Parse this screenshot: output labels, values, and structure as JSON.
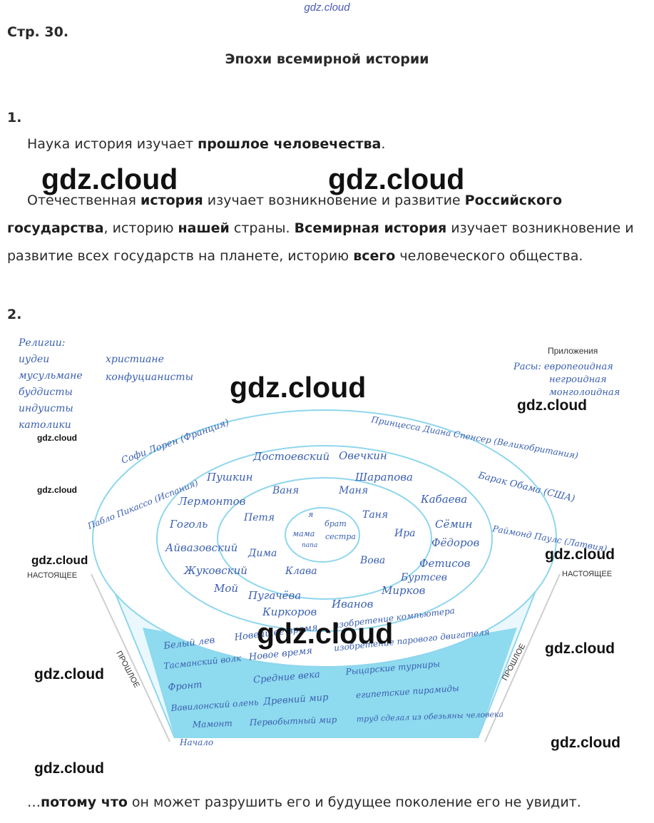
{
  "watermark": "gdz.cloud",
  "top_watermark": "gdz.cloud",
  "page_number": "Стр. 30.",
  "title": "Эпохи всемирной истории",
  "task1": {
    "number": "1.",
    "line1": {
      "t1": "Наука история изучает ",
      "b1": "прошлое человечества",
      "t2": "."
    },
    "para2": {
      "t1": "Отечественная ",
      "b1": "история",
      "t2": " изучает возникновение и развитие ",
      "b2": "Российского государства",
      "t3": ", историю ",
      "b3": "нашей",
      "t4": " страны. ",
      "b4": "Всемирная история",
      "t5": " изучает возникновение и развитие всех государств на планете, историю ",
      "b5": "всего",
      "t6": " человеческого общества."
    }
  },
  "task2": {
    "number": "2.",
    "religions_col1": [
      "Религии:",
      "иудеи",
      "мусульмане",
      "буддисты",
      "индуисты",
      "католики"
    ],
    "religions_col2": [
      "христиане",
      "конфуцианисты"
    ],
    "appendix_title": "Приложения",
    "races": [
      "Расы: европеоидная",
      "негроидная",
      "монголоидная"
    ],
    "present_label": "НАСТОЯЩЕЕ",
    "past_label": "ПРОШЛОЕ",
    "center": [
      "я",
      "мама",
      "папа",
      "брат",
      "сестра"
    ],
    "ring2": [
      "Ваня",
      "Маня",
      "Петя",
      "Таня",
      "Ира",
      "Дима",
      "Вова",
      "Клава"
    ],
    "ring3": [
      "Достоевский",
      "Пушкин",
      "Лермонтов",
      "Гоголь",
      "Айвазовский",
      "Жуковский",
      "Мой",
      "Шарапова",
      "Кабаева",
      "Сёмин",
      "Фёдоров",
      "Фетисов",
      "Буртсев",
      "Мирков",
      "Пугачёва",
      "Киркоров",
      "Иванов",
      "Овечкин"
    ],
    "ring4": [
      "Софи Лорен (Франция)",
      "Пабло Пикассо (Испания)",
      "Принцесса Диана Спенсер (Великобритания)",
      "Барак Обама (США)",
      "Раймонд Паулс (Латвия)"
    ],
    "epochs": [
      {
        "left": "Белый лев",
        "name": "Новейшее время",
        "right": "изобретение компьютера"
      },
      {
        "left": "Тасманский волк",
        "name": "Новое время",
        "right": "изобретение парового двигателя"
      },
      {
        "left": "Фронт",
        "name": "Средние века",
        "right": "Рыцарские турниры"
      },
      {
        "left": "Вавилонский олень",
        "name": "Древний мир",
        "right": "египетские пирамиды"
      },
      {
        "left": "Мамонт",
        "name": "Первобытный мир",
        "right": "труд сделал из обезьяны человека"
      }
    ],
    "bottom_word": "Начало"
  },
  "task3": {
    "t1": "…",
    "b1": "потому что",
    "t2": " он может разрушить его и будущее поколение его не увидит."
  },
  "colors": {
    "handwriting": "#3a5fb0",
    "cyan_fill": "#6fd0ea",
    "outline": "#8fd6ee"
  }
}
